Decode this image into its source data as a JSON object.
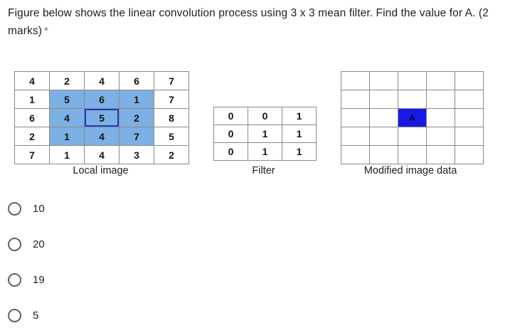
{
  "question": {
    "text": "Figure below shows the linear convolution process using 3 x 3 mean filter. Find the value for A. (2 marks)",
    "required_marker": "*",
    "required_marker_color": "#5a6bb5"
  },
  "figure": {
    "local_image": {
      "caption": "Local image",
      "rows": [
        [
          "4",
          "2",
          "4",
          "6",
          "7"
        ],
        [
          "1",
          "5",
          "6",
          "1",
          "7"
        ],
        [
          "6",
          "4",
          "5",
          "2",
          "8"
        ],
        [
          "2",
          "1",
          "4",
          "7",
          "5"
        ],
        [
          "7",
          "1",
          "4",
          "3",
          "2"
        ]
      ],
      "highlight_color": "#7db0e4",
      "highlight_rows": [
        1,
        2,
        3
      ],
      "highlight_cols": [
        1,
        2,
        3
      ],
      "center_cell": {
        "row": 2,
        "col": 2,
        "outline_color": "#1a3cc8"
      }
    },
    "filter": {
      "caption": "Filter",
      "rows": [
        [
          "0",
          "0",
          "1"
        ],
        [
          "0",
          "1",
          "1"
        ],
        [
          "0",
          "1",
          "1"
        ]
      ]
    },
    "modified_image": {
      "caption": "Modified image data",
      "rows": [
        [
          "",
          "",
          "",
          "",
          ""
        ],
        [
          "",
          "",
          "",
          "",
          ""
        ],
        [
          "",
          "",
          "A",
          "",
          ""
        ],
        [
          "",
          "",
          "",
          "",
          ""
        ],
        [
          "",
          "",
          "",
          "",
          ""
        ]
      ],
      "answer_cell": {
        "row": 2,
        "col": 2,
        "label": "A",
        "fill_color": "#1a1ae6"
      }
    }
  },
  "options": [
    {
      "label": "10",
      "selected": false
    },
    {
      "label": "20",
      "selected": false
    },
    {
      "label": "19",
      "selected": false
    },
    {
      "label": "5",
      "selected": false
    }
  ]
}
